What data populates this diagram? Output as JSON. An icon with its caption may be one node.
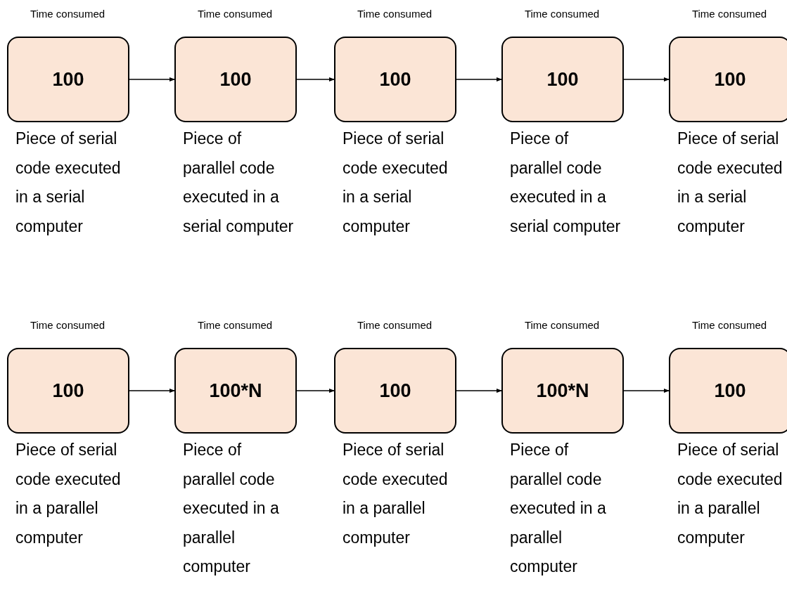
{
  "diagram": {
    "nodes": [
      {
        "text": [
          "Time consumed",
          "100"
        ],
        "beside": [
          "Piece of serial code executed in a serial computer"
        ]
      },
      {
        "text": [
          "Time consumed",
          "100"
        ],
        "beside": [
          "Piece of parallel code executed in a serial computer"
        ]
      },
      {
        "text": [
          "Time consumed",
          "100"
        ],
        "beside": [
          "Piece of serial code executed in a serial computer"
        ]
      },
      {
        "text": [
          "Time consumed",
          "100"
        ],
        "beside": [
          "Piece of parallel code executed in a serial computer"
        ]
      },
      {
        "text": [
          "Time consumed",
          "100"
        ],
        "beside": [
          "Piece of serial code executed in a serial computer"
        ]
      },
      {
        "text": [
          "Time consumed",
          "100"
        ],
        "beside": [
          "Piece of serial code executed in a parallel computer"
        ]
      },
      {
        "text": [
          "Time consumed",
          "100*N"
        ],
        "beside": [
          "Piece of parallel code executed in a parallel computer"
        ]
      },
      {
        "text": [
          "Time consumed",
          "100"
        ],
        "beside": [
          "Piece of serial code executed in a parallel computer"
        ]
      },
      {
        "text": [
          "Time consumed",
          "100*N"
        ],
        "beside": [
          "Piece of parallel code executed in a parallel computer"
        ]
      },
      {
        "text": [
          "Time consumed",
          "100"
        ],
        "beside": [
          "Piece of serial code executed in a parallel computer"
        ]
      }
    ],
    "edges": [
      {
        "from": 0,
        "to": 1,
        "arrow": "to"
      },
      {
        "from": 1,
        "to": 2,
        "arrow": "to"
      },
      {
        "from": 2,
        "to": 3,
        "arrow": "to"
      },
      {
        "from": 3,
        "to": 4,
        "arrow": "to"
      },
      {
        "from": 5,
        "to": 6,
        "arrow": "to"
      },
      {
        "from": 6,
        "to": 7,
        "arrow": "to"
      },
      {
        "from": 7,
        "to": 8,
        "arrow": "to"
      },
      {
        "from": 8,
        "to": 9,
        "arrow": "to"
      }
    ]
  }
}
